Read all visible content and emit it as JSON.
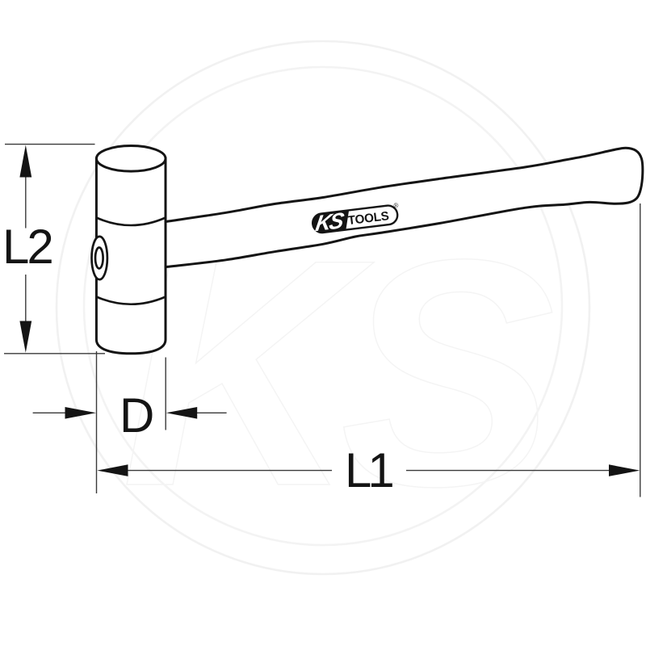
{
  "diagram": {
    "type": "technical-line-drawing",
    "subject": "soft-faced mallet with wooden handle",
    "labels": {
      "total_length": "L1",
      "head_length": "L2",
      "head_diameter": "D"
    },
    "logo": {
      "brand": "KS",
      "suffix": "TOOLS",
      "registered": "®"
    },
    "watermark": {
      "monogram": "KS",
      "color": "#f2f2f2"
    },
    "colors": {
      "line": "#141414",
      "dimension_line": "#3a3a3a",
      "background": "#ffffff"
    }
  }
}
